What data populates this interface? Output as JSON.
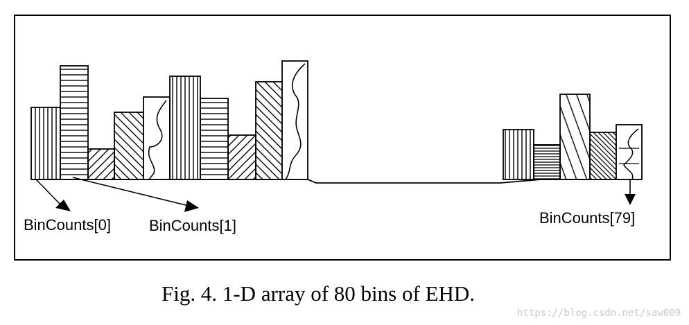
{
  "labels": {
    "first": "BinCounts[0]",
    "second": "BinCounts[1]",
    "last": "BinCounts[79]"
  },
  "caption": "Fig. 4. 1-D array of 80 bins of EHD.",
  "watermark": "https://blog.csdn.net/saw009"
}
